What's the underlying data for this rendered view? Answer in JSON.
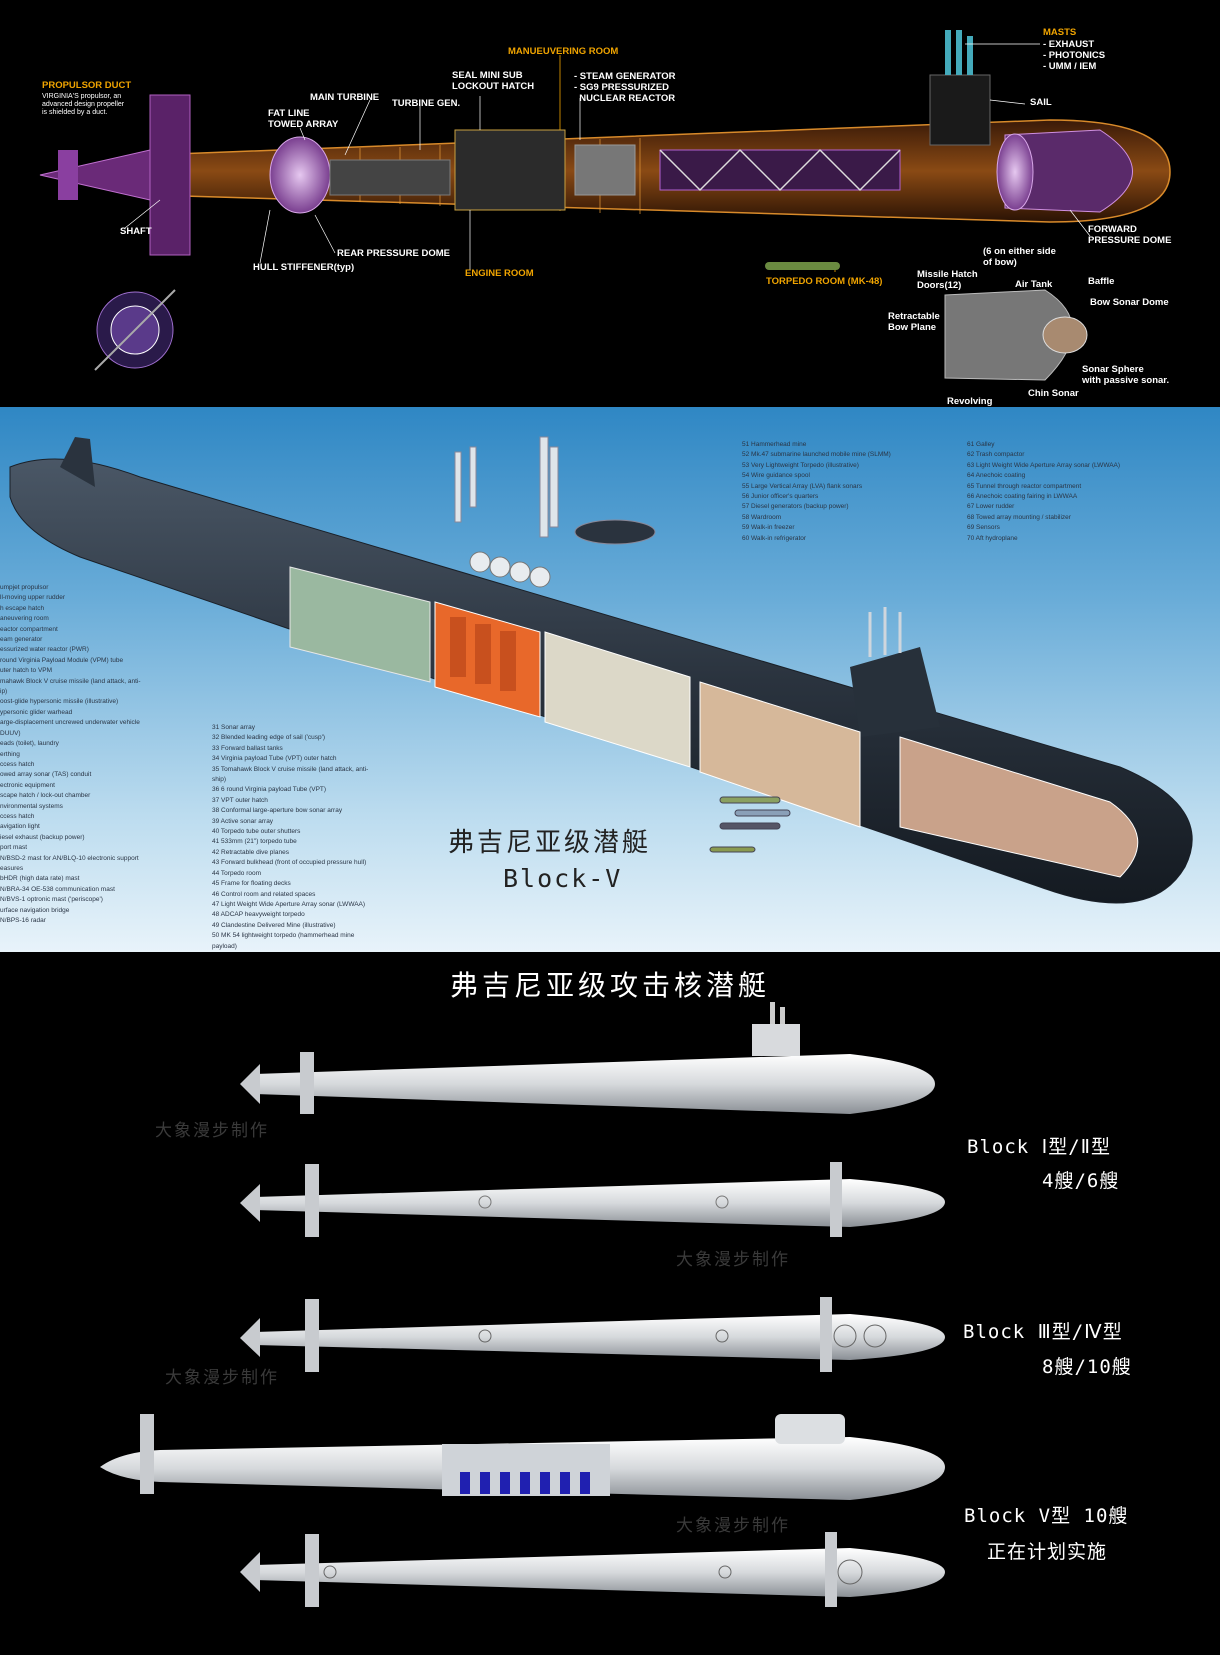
{
  "panel1": {
    "labels": {
      "propulsor_duct_title": "PROPULSOR DUCT",
      "propulsor_duct_note": "VIRGINIA'S propulsor, an\nadvanced design propeller\nis shielded by a duct.",
      "fat_line": "FAT LINE\nTOWED ARRAY",
      "main_turbine": "MAIN TURBINE",
      "turbine_gen": "TURBINE GEN.",
      "seal_hatch": "SEAL MINI SUB\nLOCKOUT HATCH",
      "maneuvering_room": "MANUEUVERING ROOM",
      "steam_list": "- STEAM GENERATOR\n- SG9 PRESSURIZED\n  NUCLEAR REACTOR",
      "masts_title": "MASTS",
      "masts_list": "- EXHAUST\n- PHOTONICS\n- UMM / IEM",
      "sail": "SAIL",
      "shaft": "SHAFT",
      "rear_dome": "REAR PRESSURE DOME",
      "hull_stiffener": "HULL STIFFENER(typ)",
      "engine_room": "ENGINE ROOM",
      "torpedo_room": "TORPEDO ROOM (MK-48)",
      "forward_dome": "FORWARD\nPRESSURE DOME",
      "six_either": "(6 on either side\nof bow)",
      "missile_hatch": "Missile Hatch\nDoors(12)",
      "air_tank": "Air Tank",
      "baffle": "Baffle",
      "bow_sonar_dome": "Bow Sonar Dome",
      "retractable": "Retractable\nBow Plane",
      "sonar_sphere": "Sonar Sphere\nwith passive sonar.",
      "chin_sonar": "Chin Sonar",
      "revolving": "Revolving"
    }
  },
  "panel2": {
    "title_cn": "弗吉尼亚级潜艇",
    "subtitle": "Block-V",
    "list_left": [
      "umpjet propulsor",
      "ll-moving upper rudder",
      "h escape hatch",
      "aneuvering room",
      "eactor compartment",
      "eam generator",
      "essurized water reactor (PWR)",
      "round Virginia Payload Module (VPM) tube",
      "uter hatch to VPM",
      "mahawk Block V cruise missile (land attack, anti-",
      "ip)",
      "oost-glide hypersonic missile (illustrative)",
      "ypersonic glider warhead",
      "arge-displacement uncrewed underwater vehicle",
      "DUUV)",
      "eads (toilet), laundry",
      "erthing",
      "ccess hatch",
      "owed array sonar (TAS) conduit",
      "ectronic equipment",
      "scape hatch / lock-out chamber",
      "nvironmental systems",
      "ccess hatch",
      "avigation light",
      "iesel exhaust (backup power)",
      "port mast",
      "N/BSD-2 mast for AN/BLQ-10 electronic support",
      "easures",
      "bHDR (high data rate) mast",
      "N/BRA-34 OE-538 communication mast",
      "N/BVS-1 optronic mast ('periscope')",
      "urface navigation bridge",
      "N/BPS-16 radar"
    ],
    "list_mid": [
      "31 Sonar array",
      "32 Blended leading edge of sail ('cusp')",
      "33 Forward ballast tanks",
      "34 Virginia payload Tube (VPT) outer hatch",
      "35 Tomahawk Block V cruise missile (land attack, anti-",
      "   ship)",
      "36 6 round Virginia payload Tube (VPT)",
      "37 VPT outer hatch",
      "38 Conformal large-aperture bow sonar array",
      "39 Active sonar array",
      "40 Torpedo tube outer shutters",
      "41 533mm (21\") torpedo tube",
      "42 Retractable dive planes",
      "43 Forward bulkhead (front of occupied pressure hull)",
      "44 Torpedo room",
      "45 Frame for floating decks",
      "46 Control room and related spaces",
      "47 Light Weight Wide Aperture Array sonar (LWWAA)",
      "48 ADCAP heavyweight torpedo",
      "49 Clandestine Delivered Mine (illustrative)",
      "50 MK 54 lightweight torpedo (hammerhead mine",
      "   payload)"
    ],
    "list_top1": [
      "51 Hammerhead mine",
      "52 Mk.47 submarine launched mobile mine (SLMM)",
      "53 Very Lightweight Torpedo (illustrative)",
      "54 Wire guidance spool",
      "55 Large Vertical Array (LVA) flank sonars",
      "56 Junior officer's quarters",
      "57 Diesel generators (backup power)",
      "58 Wardroom",
      "59 Walk-in freezer",
      "60 Walk-in refrigerator"
    ],
    "list_top2": [
      "61 Galley",
      "62 Trash compactor",
      "63 Light Weight Wide Aperture Array sonar (LWWAA)",
      "64 Anechoic coating",
      "65 Tunnel through reactor compartment",
      "66 Anechoic coating fairing in LWWAA",
      "67 Lower rudder",
      "68 Towed array mounting / stabilizer",
      "69 Sensors",
      "70 Aft hydroplane"
    ]
  },
  "panel3": {
    "title": "弗吉尼亚级攻击核潜艇",
    "block12": "Block Ⅰ型/Ⅱ型",
    "block12_count": "4艘/6艘",
    "block34": "Block Ⅲ型/Ⅳ型",
    "block34_count": "8艘/10艘",
    "block5": "Block V型 10艘",
    "block5_status": "正在计划实施",
    "watermark": "大象漫步制作"
  },
  "colors": {
    "accent_gold": "#f0a400",
    "hull_cutaway": "#c06a1c",
    "compartment_purple": "#9a4fb3",
    "sky_blue": "#3a8cc8"
  }
}
